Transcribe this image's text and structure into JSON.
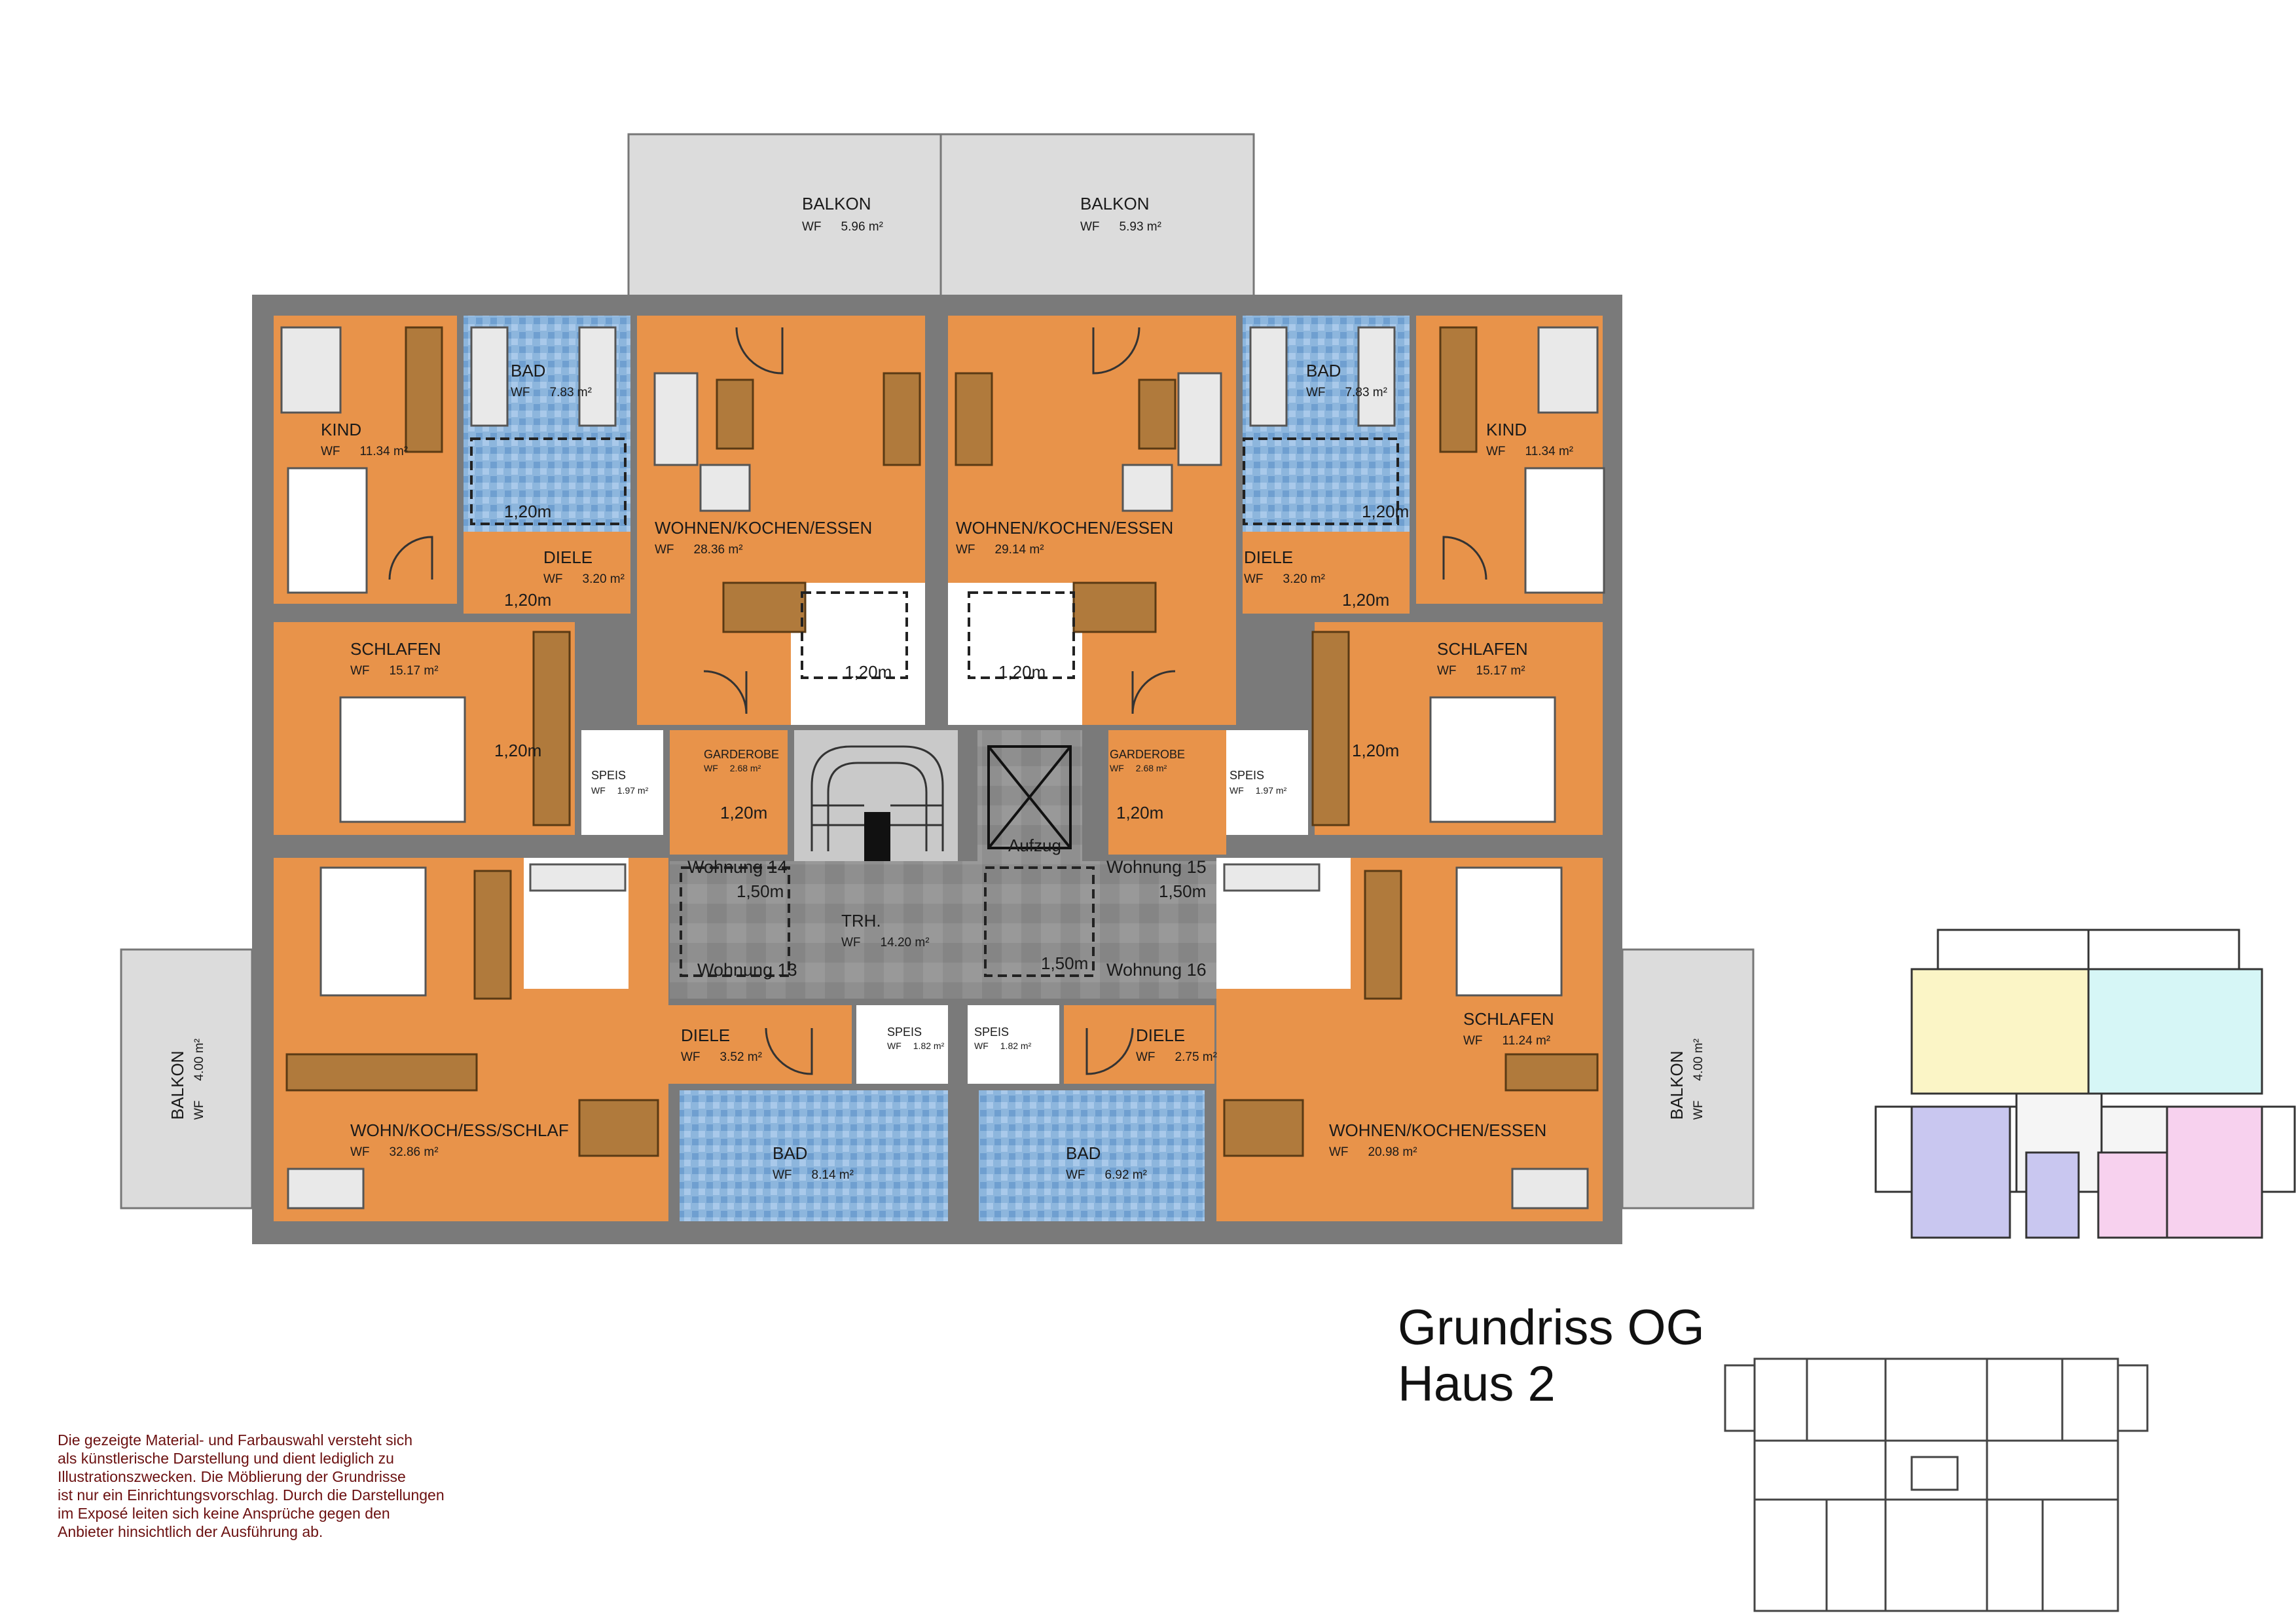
{
  "title": {
    "line1": "Grundriss OG",
    "line2": "Haus 2"
  },
  "disclaimer": [
    "Die gezeigte Material- und Farbauswahl versteht sich",
    "als künstlerische Darstellung und dient lediglich zu",
    "Illustrationszwecken. Die Möblierung der Grundrisse",
    "ist nur ein Einrichtungsvorschlag. Durch die Darstellungen",
    "im Exposé leiten sich keine Ansprüche gegen den",
    "Anbieter hinsichtlich der Ausführung ab."
  ],
  "area_prefix": "WF",
  "rooms": {
    "balkon_top_left": {
      "name": "BALKON",
      "area": "5.96 m²"
    },
    "balkon_top_right": {
      "name": "BALKON",
      "area": "5.93 m²"
    },
    "kind_left": {
      "name": "KIND",
      "area": "11.34 m²"
    },
    "bad_top_left": {
      "name": "BAD",
      "area": "7.83 m²"
    },
    "wohnen_top_left": {
      "name": "WOHNEN/KOCHEN/ESSEN",
      "area": "28.36 m²"
    },
    "wohnen_top_right": {
      "name": "WOHNEN/KOCHEN/ESSEN",
      "area": "29.14 m²"
    },
    "bad_top_right": {
      "name": "BAD",
      "area": "7.83 m²"
    },
    "kind_right": {
      "name": "KIND",
      "area": "11.34 m²"
    },
    "diele_top_left": {
      "name": "DIELE",
      "area": "3.20 m²"
    },
    "diele_top_right": {
      "name": "DIELE",
      "area": "3.20 m²"
    },
    "schlafen_left": {
      "name": "SCHLAFEN",
      "area": "15.17 m²"
    },
    "schlafen_right": {
      "name": "SCHLAFEN",
      "area": "15.17 m²"
    },
    "speis_left": {
      "name": "SPEIS",
      "area": "1.97 m²"
    },
    "speis_right": {
      "name": "SPEIS",
      "area": "1.97 m²"
    },
    "garderobe_left": {
      "name": "GARDEROBE",
      "area": "2.68 m²"
    },
    "garderobe_right": {
      "name": "GARDEROBE",
      "area": "2.68 m²"
    },
    "aufzug": {
      "name": "Aufzug"
    },
    "trh": {
      "name": "TRH.",
      "area": "14.20 m²"
    },
    "wohn_bottom_left": {
      "name": "WOHN/KOCH/ESS/SCHLAF",
      "area": "32.86 m²"
    },
    "diele_bottom_left": {
      "name": "DIELE",
      "area": "3.52 m²"
    },
    "diele_bottom_right": {
      "name": "DIELE",
      "area": "2.75 m²"
    },
    "speis_bottom_left": {
      "name": "SPEIS",
      "area": "1.82 m²"
    },
    "speis_bottom_right": {
      "name": "SPEIS",
      "area": "1.82 m²"
    },
    "bad_bottom_left": {
      "name": "BAD",
      "area": "8.14 m²"
    },
    "bad_bottom_right": {
      "name": "BAD",
      "area": "6.92 m²"
    },
    "schlafen_bottom_right": {
      "name": "SCHLAFEN",
      "area": "11.24 m²"
    },
    "wohnen_bottom_right": {
      "name": "WOHNEN/KOCHEN/ESSEN",
      "area": "20.98 m²"
    },
    "balkon_left": {
      "name": "BALKON",
      "area": "4.00 m²"
    },
    "balkon_right": {
      "name": "BALKON",
      "area": "4.00 m²"
    }
  },
  "apartments": {
    "w14": "Wohnung 14",
    "w15": "Wohnung 15",
    "w13": "Wohnung 13",
    "w16": "Wohnung 16"
  },
  "dimensions": {
    "d120": "1,20m",
    "d150": "1,50m"
  },
  "colors": {
    "floor_orange": "#e8934a",
    "tile_blue": "#8db6dd",
    "stair_grey": "#8c8c8c",
    "wall": "#7a7a7a",
    "disclaimer_text": "#6b1010",
    "key_yellow": "#fbf5c6",
    "key_cyan": "#d6f6f6",
    "key_lavender": "#c9c7f0",
    "key_pink": "#f7d1ee"
  }
}
